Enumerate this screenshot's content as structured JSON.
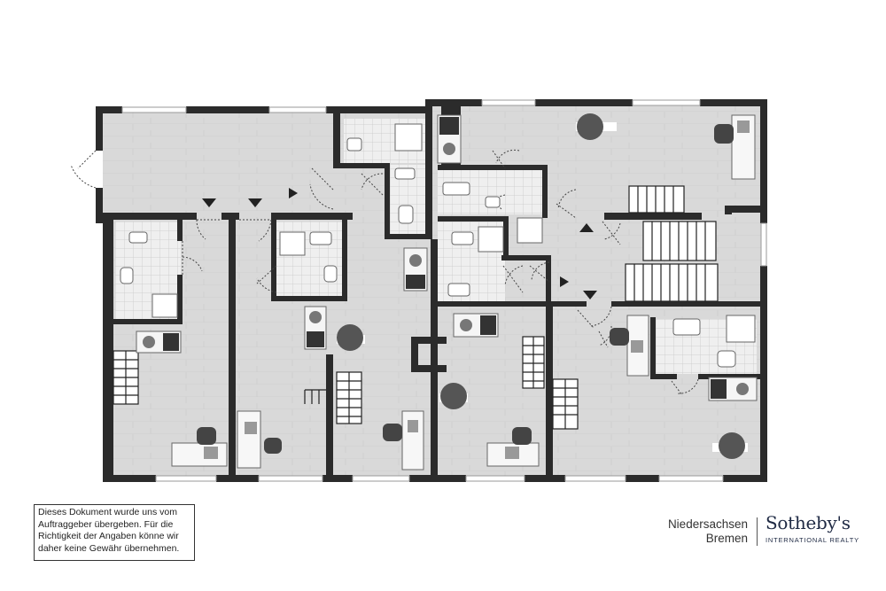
{
  "disclaimer": {
    "lines": [
      "Dieses Dokument wurde uns vom",
      "Auftraggeber übergeben. Für die",
      "Richtigkeit der Angaben könne wir",
      "daher keine Gewähr übernehmen."
    ]
  },
  "branding": {
    "region_lines": [
      "Niedersachsen",
      "Bremen"
    ],
    "name": "Sotheby's",
    "tagline": "INTERNATIONAL REALTY"
  },
  "colors": {
    "floor": "#d9d9d9",
    "wall": "#2b2b2b",
    "tile": "#ededed",
    "furniture": "#555555",
    "brand": "#1f2a44"
  }
}
